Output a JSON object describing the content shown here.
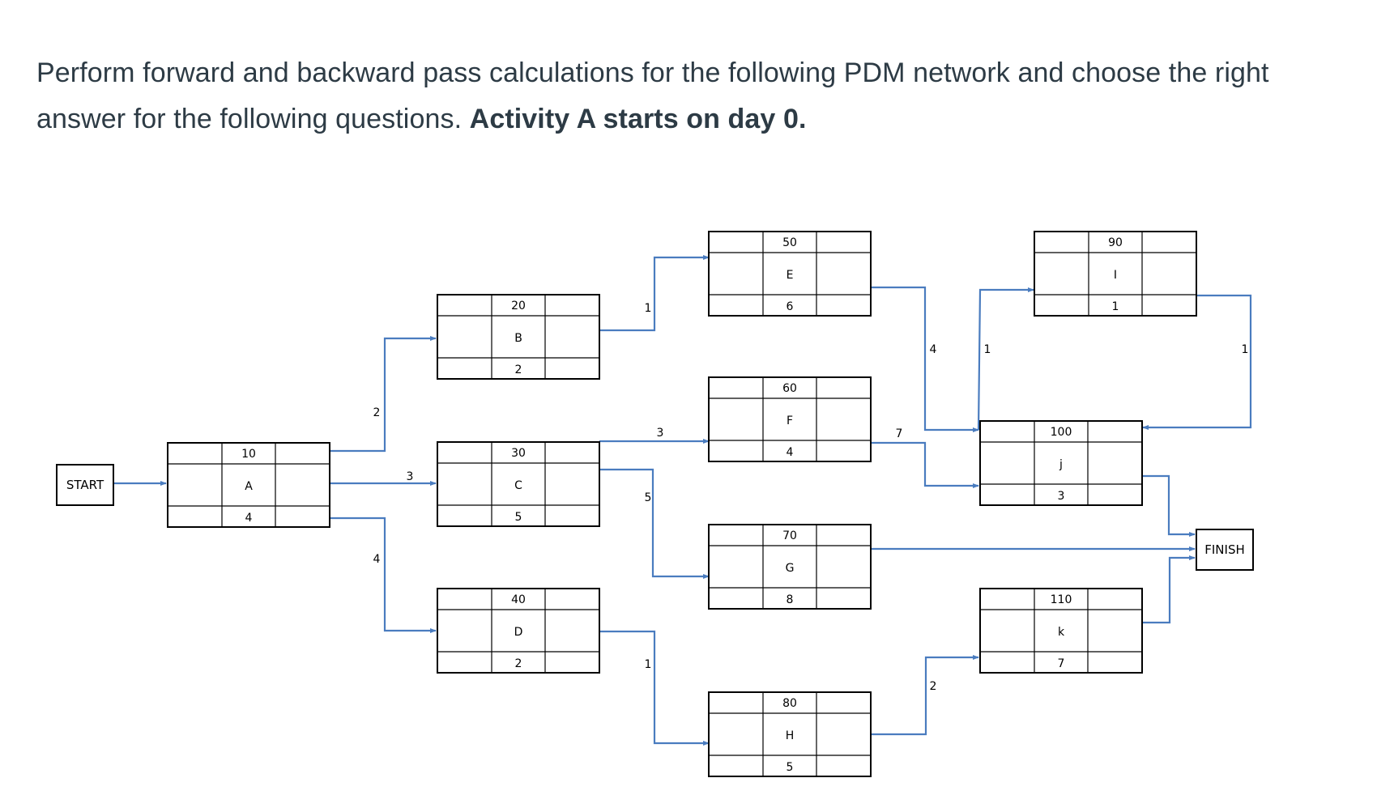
{
  "question": {
    "text": "Perform forward and backward pass calculations for the following PDM network and choose the right answer for the following questions. ",
    "bold": "Activity A starts on day 0."
  },
  "colors": {
    "arrow": "#4a7cbf",
    "node_border": "#000000",
    "text": "#2d3b45"
  },
  "terminals": {
    "start": "START",
    "finish": "FINISH"
  },
  "activities": [
    {
      "id": "10",
      "name": "A",
      "duration": "4"
    },
    {
      "id": "20",
      "name": "B",
      "duration": "2"
    },
    {
      "id": "30",
      "name": "C",
      "duration": "5"
    },
    {
      "id": "40",
      "name": "D",
      "duration": "2"
    },
    {
      "id": "50",
      "name": "E",
      "duration": "6"
    },
    {
      "id": "60",
      "name": "F",
      "duration": "4"
    },
    {
      "id": "70",
      "name": "G",
      "duration": "8"
    },
    {
      "id": "80",
      "name": "H",
      "duration": "5"
    },
    {
      "id": "90",
      "name": "I",
      "duration": "1"
    },
    {
      "id": "100",
      "name": "j",
      "duration": "3"
    },
    {
      "id": "110",
      "name": "k",
      "duration": "7"
    }
  ],
  "lags": [
    {
      "from": "A",
      "to": "B",
      "value": "2"
    },
    {
      "from": "A",
      "to": "C",
      "value": "3"
    },
    {
      "from": "A",
      "to": "D",
      "value": "4"
    },
    {
      "from": "B",
      "to": "E",
      "value": "1"
    },
    {
      "from": "C",
      "to": "F",
      "value": "3"
    },
    {
      "from": "C",
      "to": "G",
      "value": "5"
    },
    {
      "from": "D",
      "to": "H",
      "value": "1"
    },
    {
      "from": "E",
      "to": "j",
      "value": "4"
    },
    {
      "from": "F",
      "to": "j",
      "value": "7"
    },
    {
      "from": "j",
      "to": "I",
      "value": "1"
    },
    {
      "from": "I",
      "to": "j",
      "value": "1"
    },
    {
      "from": "H",
      "to": "k",
      "value": "2"
    }
  ]
}
